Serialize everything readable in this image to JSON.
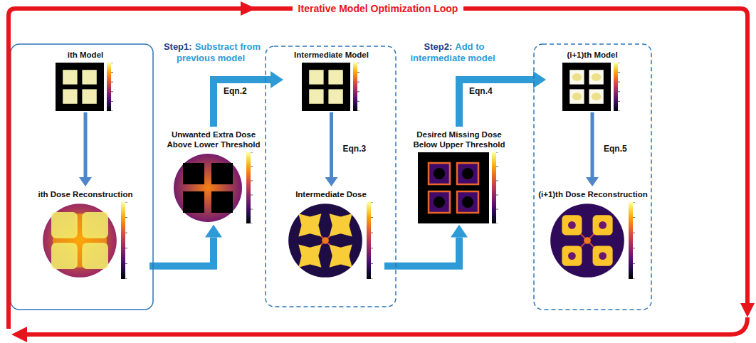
{
  "diagram": {
    "title": "Iterative Model Optimization Loop",
    "nodes": [
      {
        "text": [
          "ith Model"
        ]
      },
      {
        "text": [
          "ith Dose Reconstruction"
        ]
      },
      {
        "text": [
          "Unwanted Extra Dose Above Lower Threshold"
        ]
      },
      {
        "text": [
          "Intermediate Model"
        ]
      },
      {
        "text": [
          "Intermediate Dose"
        ]
      },
      {
        "text": [
          "Desired Missing Dose Below Upper Threshold"
        ]
      },
      {
        "text": [
          "(i+1)th Model"
        ]
      },
      {
        "text": [
          "(i+1)th Dose Reconstruction"
        ]
      }
    ],
    "edges": [
      {
        "from": 0,
        "to": 1,
        "arrow": "to"
      },
      {
        "from": 1,
        "to": 2,
        "arrow": "to"
      },
      {
        "from": 2,
        "to": 3,
        "arrow": "to",
        "label": "Eqn.2"
      },
      {
        "from": 3,
        "to": 4,
        "arrow": "to",
        "label": "Eqn.3"
      },
      {
        "from": 4,
        "to": 5,
        "arrow": "to"
      },
      {
        "from": 5,
        "to": 6,
        "arrow": "to",
        "label": "Eqn.4"
      },
      {
        "from": 6,
        "to": 7,
        "arrow": "to",
        "label": "Eqn.5"
      }
    ],
    "labels": [
      "Step1:",
      "Substract from previous model",
      "Step2:",
      "Add to intermediate model"
    ]
  }
}
